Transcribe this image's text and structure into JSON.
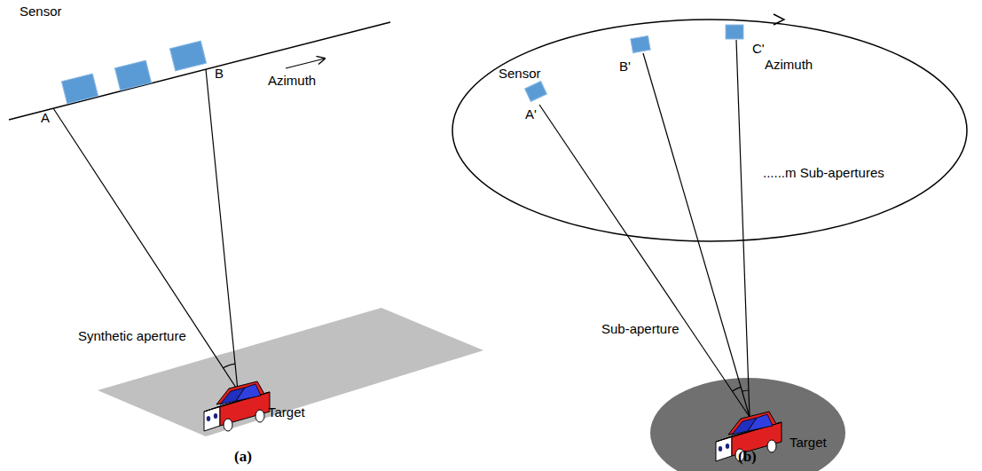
{
  "diagram": {
    "labels": [
      "Sensor",
      "A",
      "B",
      "Azimuth",
      "Synthetic aperture",
      "Target",
      "(a)",
      "Sensor",
      "A'",
      "B'",
      "C'",
      "Azimuth",
      "......m Sub-apertures",
      "Sub-aperture",
      "Target",
      "(b)"
    ]
  }
}
